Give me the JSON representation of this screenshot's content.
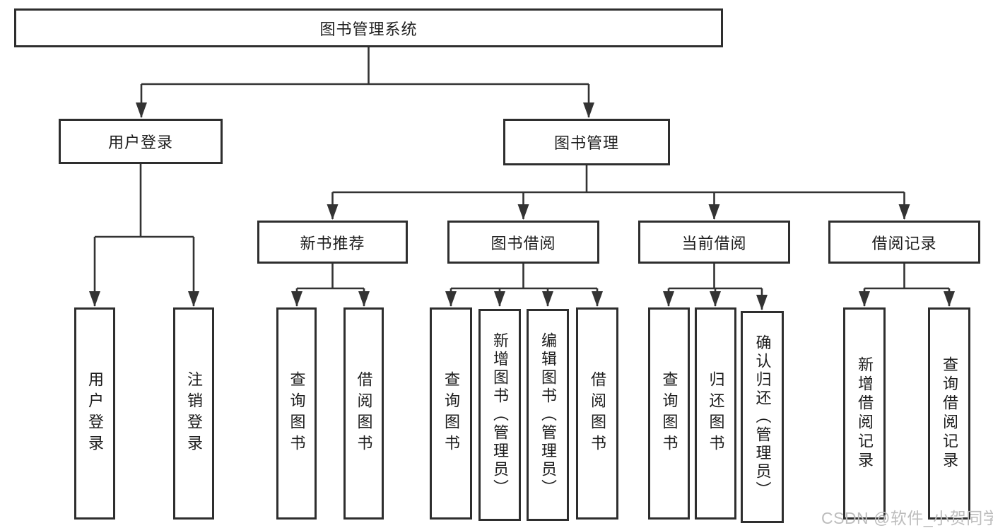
{
  "nodes": {
    "root": "图书管理系统",
    "level2": [
      "用户登录",
      "图书管理"
    ],
    "level3": [
      "新书推荐",
      "图书借阅",
      "当前借阅",
      "借阅记录"
    ],
    "leaves": [
      "用户登录",
      "注销登录",
      "查询图书",
      "借阅图书",
      "查询图书",
      "新增图书（管理员）",
      "编辑图书（管理员）",
      "借阅图书",
      "查询图书",
      "归还图书",
      "确认归还（管理员）",
      "新增借阅记录",
      "查询借阅记录"
    ]
  },
  "watermark": "CSDN @软件_小贺同学",
  "colors": {
    "line": "#333333",
    "box_border": "#2e2e2e",
    "text": "#1d1d1d",
    "background": "#ffffff",
    "watermark": "#bdbdbd"
  }
}
